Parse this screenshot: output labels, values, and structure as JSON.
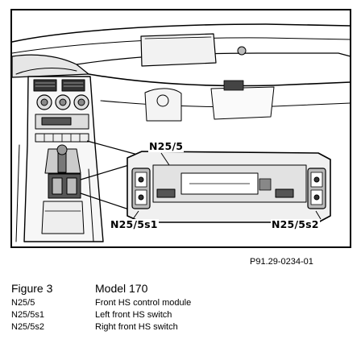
{
  "callouts": {
    "module": "N25/5",
    "left_switch": "N25/5s1",
    "right_switch": "N25/5s2"
  },
  "figure_ref": "P91.29-0234-01",
  "caption": {
    "figure": "Figure 3",
    "model": "Model 170"
  },
  "legend": [
    {
      "code": "N25/5",
      "desc": "Front HS control module"
    },
    {
      "code": "N25/5s1",
      "desc": "Left front HS switch"
    },
    {
      "code": "N25/5s2",
      "desc": "Right front HS switch"
    }
  ]
}
